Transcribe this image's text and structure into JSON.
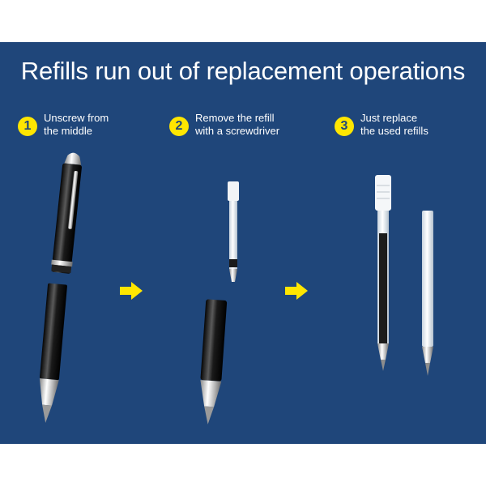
{
  "banner": {
    "title": "Refills run out of replacement operations",
    "background_color": "#1f467a",
    "accent_color": "#ffe600"
  },
  "steps": [
    {
      "number": "1",
      "line1": "Unscrew from",
      "line2": "the middle"
    },
    {
      "number": "2",
      "line1": "Remove the refill",
      "line2": "with a screwdriver"
    },
    {
      "number": "3",
      "line1": "Just replace",
      "line2": "the used refills"
    }
  ],
  "icons": [
    "pen-icon",
    "arrow-right-icon",
    "refill-icon"
  ]
}
